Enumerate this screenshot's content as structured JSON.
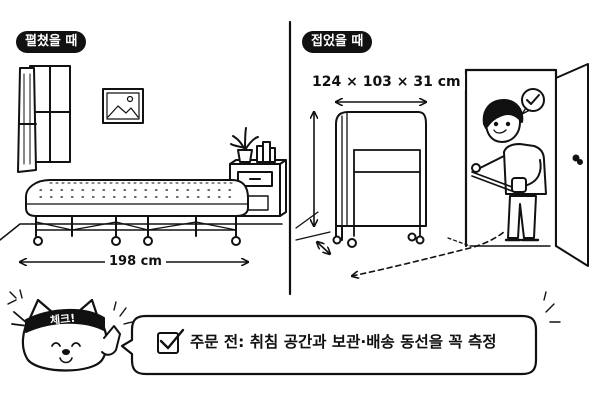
{
  "panels": {
    "unfolded": {
      "tag": "펼쳤을 때",
      "length": "198 cm"
    },
    "folded": {
      "tag": "접었을 때",
      "dimensions": "124 × 103 × 31 cm"
    }
  },
  "mascot": {
    "headband": "체크!"
  },
  "checklist": {
    "text": "주문 전: 취침 공간과 보관·배송 동선을 꼭 측정",
    "icon": "checkbox-check-icon"
  },
  "colors": {
    "ink": "#111111",
    "paper": "#ffffff",
    "shade": "#e6e6e6"
  }
}
